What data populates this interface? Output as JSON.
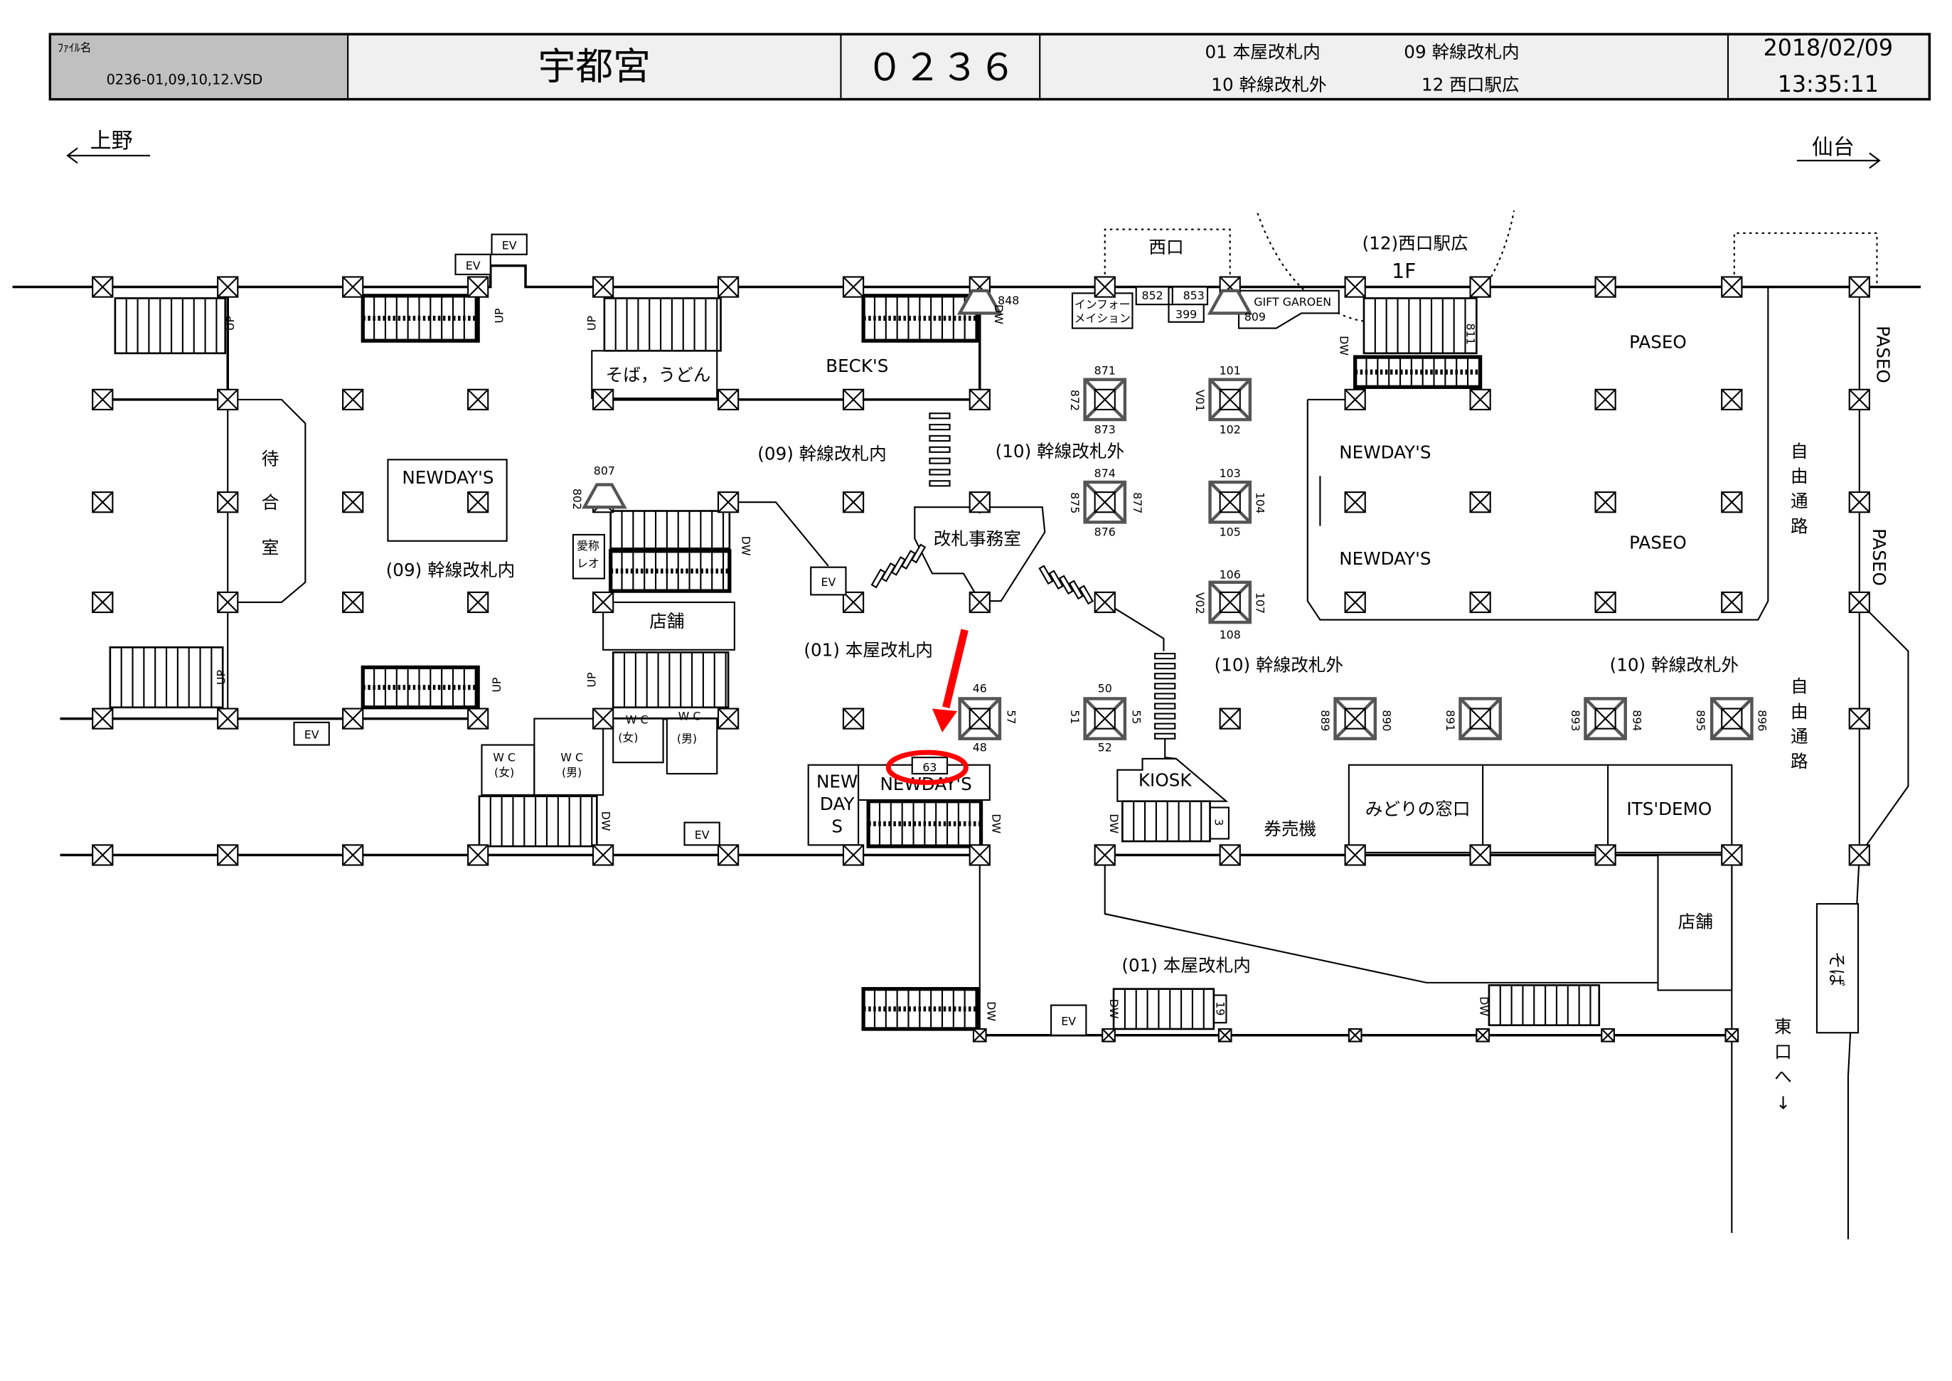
{
  "header": {
    "file_label": "ﾌｧｲﾙ名",
    "file_name": "0236-01,09,10,12.VSD",
    "station": "宇都宮",
    "code": "０２３６",
    "areas": [
      "01 本屋改札内",
      "09 幹線改札内",
      "10 幹線改札外",
      "12 西口駅広"
    ],
    "date": "2018/02/09",
    "time": "13:35:11",
    "colors": {
      "file_cell": "#c0c0c0",
      "cell": "#f0f0f0"
    }
  },
  "directions": {
    "left": "上野",
    "right": "仙台"
  },
  "map": {
    "ev": "EV",
    "up": "UP",
    "dw": "DW",
    "soba_udon": "そば，うどん",
    "becks": "BECK'S",
    "waiting_room": [
      "待",
      "合",
      "室"
    ],
    "newdays": "NEWDAY'S",
    "area_09": "(09) 幹線改札内",
    "area_10": "(10) 幹線改札外",
    "area_01": "(01) 本屋改札内",
    "ticket_office": "改札事務室",
    "shop": "店舗",
    "new_day_s": [
      "NEW",
      "DAY",
      "S"
    ],
    "highlight_number": "63",
    "kiosk": "KIOSK",
    "ticket_machine": "券売機",
    "midori": "みどりの窓口",
    "its_demo": "ITS'DEMO",
    "paseo": "PASEO",
    "free_passage": [
      "自",
      "由",
      "通",
      "路"
    ],
    "east_exit": [
      "東",
      "口",
      "へ",
      "↓"
    ],
    "soba": "そば",
    "west_exit": "西口",
    "west_plaza": "(12)西口駅広",
    "floor": "1F",
    "info": [
      "インフォー",
      "メイション"
    ],
    "gift_garden": "GIFT  GAROEN",
    "nickname": [
      "愛称",
      "レオ"
    ],
    "wc": "W C",
    "women": "(女)",
    "men": "(男)",
    "numbers": {
      "n848": "848",
      "n852": "852",
      "n853": "853",
      "n399": "399",
      "n809": "809",
      "n811": "811",
      "n807": "807",
      "n802": "802",
      "n871": "871",
      "n872": "872",
      "n873": "873",
      "n101": "101",
      "v01": "V01",
      "n102": "102",
      "n874": "874",
      "n875": "875",
      "n877": "877",
      "n876": "876",
      "n103": "103",
      "n104": "104",
      "n105": "105",
      "n106": "106",
      "v02": "V02",
      "n107": "107",
      "n108": "108",
      "n46": "46",
      "n57": "57",
      "n48": "48",
      "n50": "50",
      "n51": "51",
      "n55": "55",
      "n52": "52",
      "n889": "889",
      "n890": "890",
      "n891": "891",
      "n893": "893",
      "n894": "894",
      "n895": "895",
      "n896": "896",
      "n3": "3",
      "n19": "19"
    },
    "annotation_color": "#ff0000"
  }
}
